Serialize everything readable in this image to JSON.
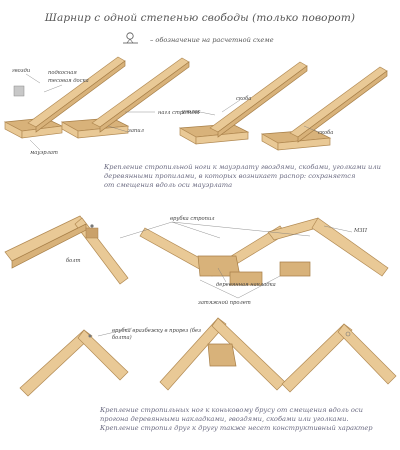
{
  "title": "Шарнир с одной степенью свободы (только поворот)",
  "legend": {
    "icon": "hinge-symbol-icon",
    "text": "– обозначение на расчетной схеме"
  },
  "labels": {
    "gvozdi": "гвозди",
    "podkosnaya": "подкосная",
    "tesovaya_doska": "тесовая доска",
    "mauerlat": "мауэрлат",
    "skoba": "скоба",
    "ugolok": "уголок",
    "nag_stropila": "нагл стропила",
    "zapil": "запил",
    "vrub_stropil": "врубка стропил",
    "bolt": "болт",
    "mzp": "МЗП",
    "nakladka": "деревянная накладка",
    "zatyazhka": "затяжной пролет",
    "vrub_v_prorez": "врубка вразбежку в прорез (без болта)"
  },
  "paragraph1": [
    "Крепление стропильной ноги к мауэрлату гвоздями, скобами, уголками или",
    "деревянными пропилами, в которых возникает распор: сохраняется",
    "от смещения вдоль оси мауэрлата"
  ],
  "paragraph2": [
    "Крепление стропильных ног к коньковому брусу от смещения вдоль оси",
    "прогона деревянными накладками, гвоздями, скобами или уголками.",
    "Крепление стропил друг к другу также несет конструктивный характер"
  ]
}
